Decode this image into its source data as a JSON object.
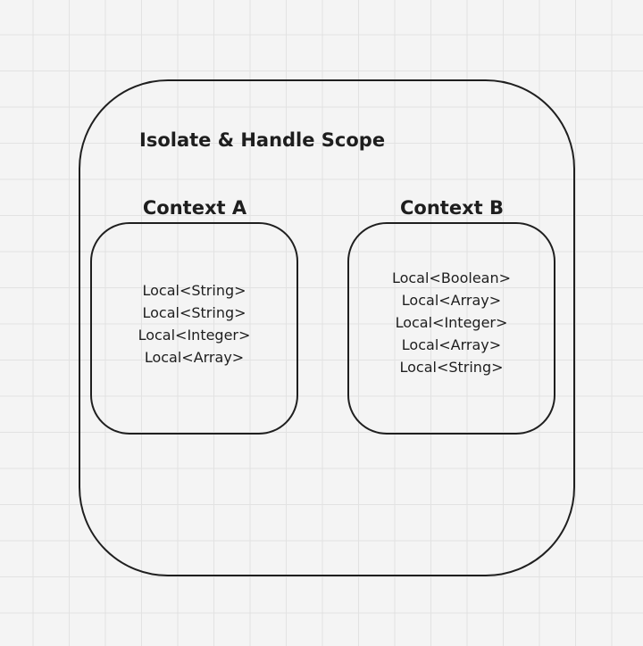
{
  "diagram": {
    "title": "Isolate & Handle Scope",
    "contexts": [
      {
        "label": "Context A",
        "items": [
          "Local<String>",
          "Local<String>",
          "Local<Integer>",
          "Local<Array>"
        ]
      },
      {
        "label": "Context B",
        "items": [
          "Local<Boolean>",
          "Local<Array>",
          "Local<Integer>",
          "Local<Array>",
          "Local<String>"
        ]
      }
    ]
  }
}
